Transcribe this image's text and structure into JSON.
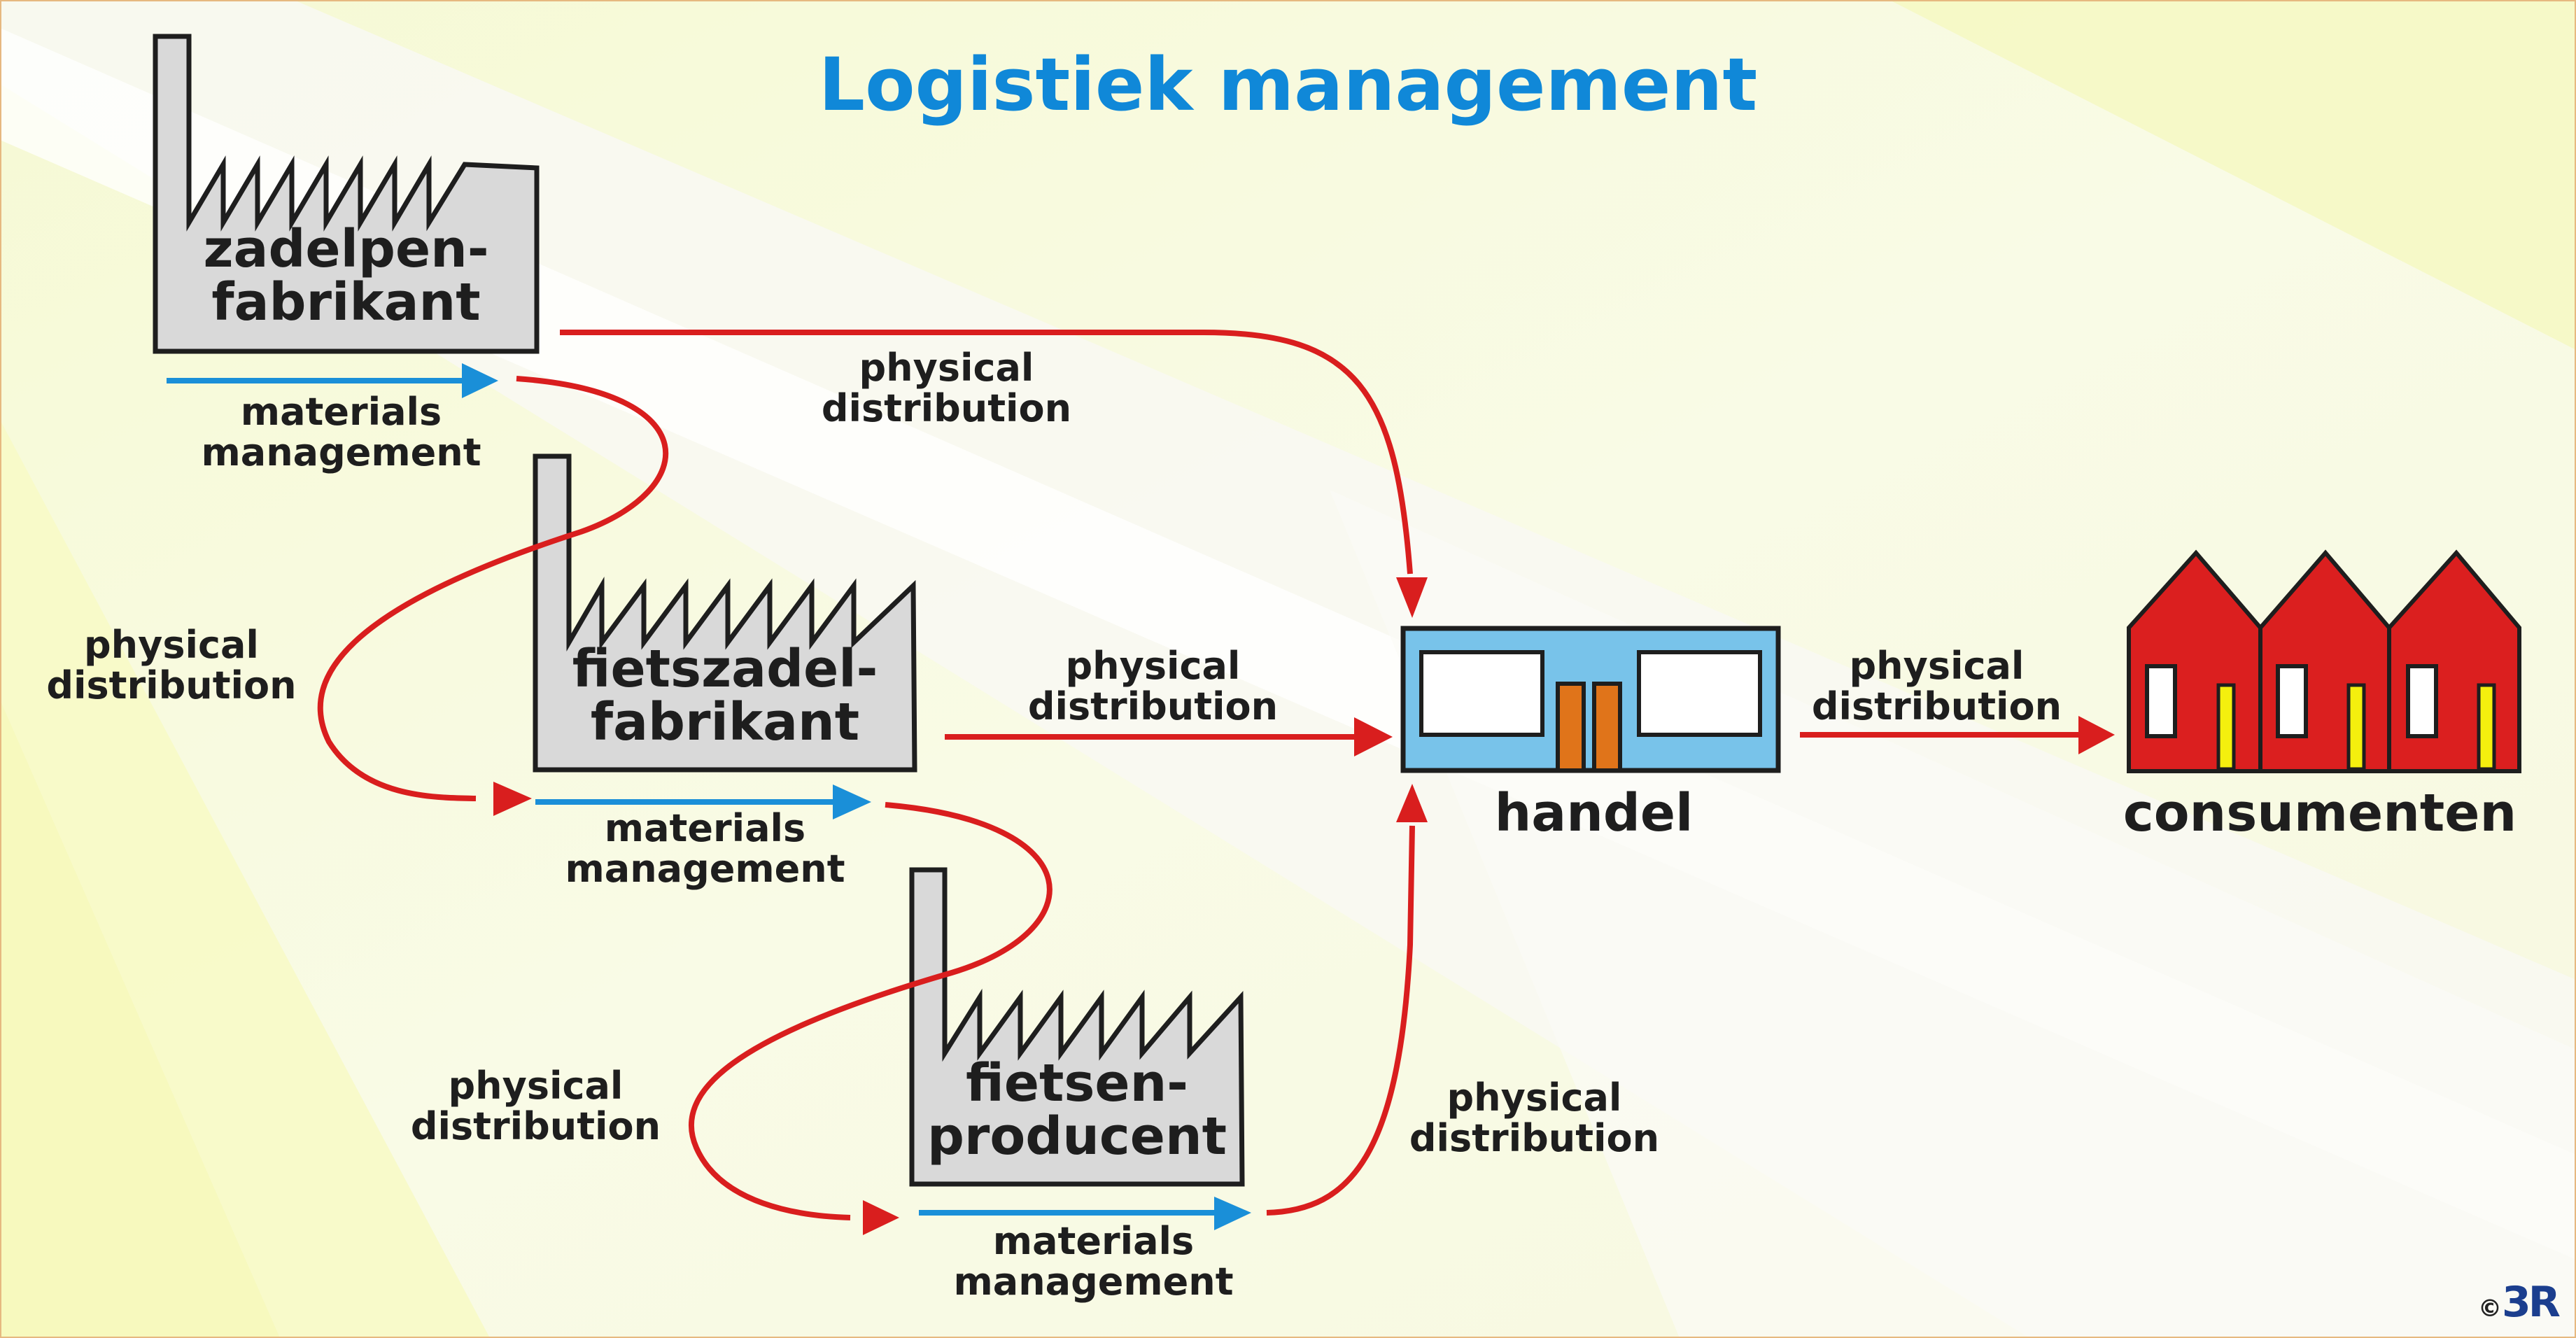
{
  "title": "Logistiek management",
  "colors": {
    "title": "#1088d8",
    "physical_distribution_arrow": "#d91e1e",
    "materials_management_arrow": "#1a8fd8",
    "factory_fill": "#d9d9d9",
    "shop_fill": "#78c3ea",
    "shop_door": "#e0741a",
    "house_fill": "#db1f1f",
    "house_door": "#f4ef0e",
    "background_yellow": "#f8fac8"
  },
  "factories": [
    {
      "id": "zadelpen",
      "name_lines": [
        "zadelpen-",
        "fabrikant"
      ]
    },
    {
      "id": "fietszadel",
      "name_lines": [
        "fietszadel-",
        "fabrikant"
      ]
    },
    {
      "id": "fietsen",
      "name_lines": [
        "fietsen-",
        "producent"
      ]
    }
  ],
  "nodes": {
    "handel": {
      "name": "handel",
      "icon": "shop-icon"
    },
    "consumenten": {
      "name": "consumenten",
      "icon": "houses-icon"
    }
  },
  "flow_labels": {
    "physical_distribution": [
      "physical",
      "distribution"
    ],
    "materials_management": [
      "materials",
      "management"
    ]
  },
  "flows": [
    {
      "type": "materials_management",
      "at": "zadelpen-fabrikant"
    },
    {
      "type": "physical_distribution",
      "from": "zadelpen-fabrikant",
      "to": "handel"
    },
    {
      "type": "physical_distribution",
      "from": "zadelpen-fabrikant",
      "to": "fietszadel-fabrikant"
    },
    {
      "type": "materials_management",
      "at": "fietszadel-fabrikant"
    },
    {
      "type": "physical_distribution",
      "from": "fietszadel-fabrikant",
      "to": "handel"
    },
    {
      "type": "physical_distribution",
      "from": "fietszadel-fabrikant",
      "to": "fietsen-producent"
    },
    {
      "type": "materials_management",
      "at": "fietsen-producent"
    },
    {
      "type": "physical_distribution",
      "from": "fietsen-producent",
      "to": "handel"
    },
    {
      "type": "physical_distribution",
      "from": "handel",
      "to": "consumenten"
    }
  ],
  "copyright": {
    "symbol": "©",
    "brand": "3R"
  }
}
